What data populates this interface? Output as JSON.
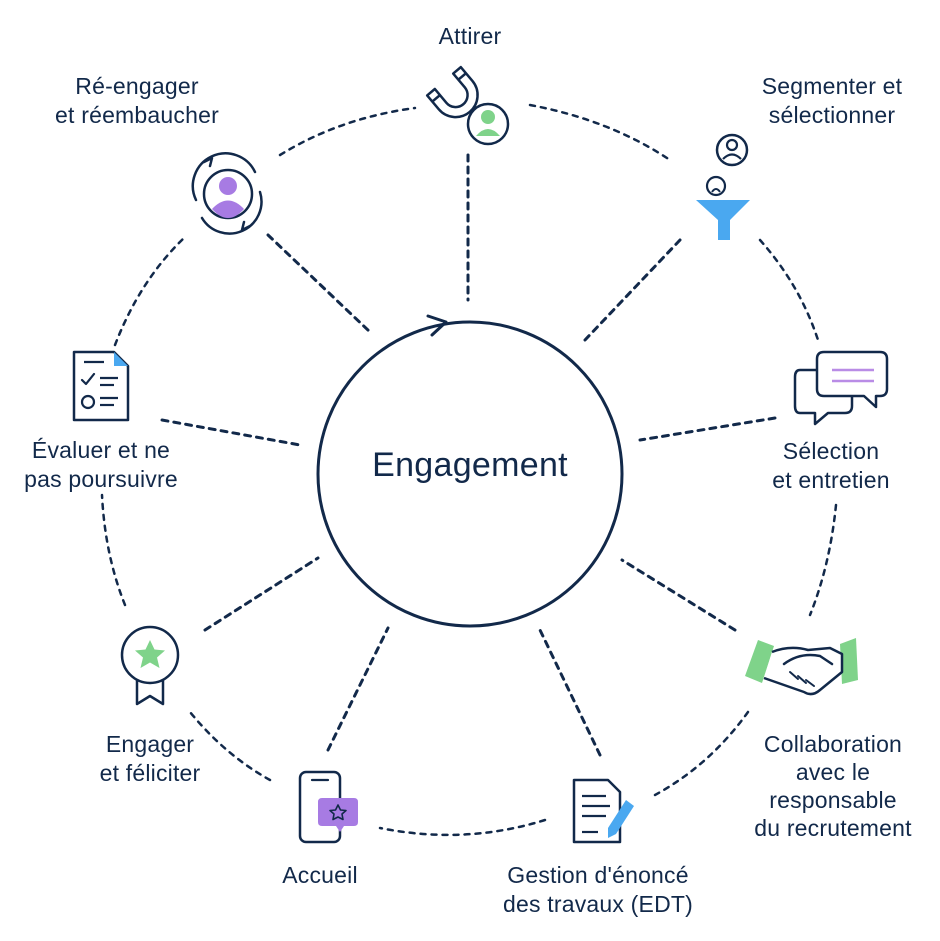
{
  "center": {
    "title": "Engagement"
  },
  "stages": [
    {
      "key": "attract",
      "lines": [
        "Attirer"
      ],
      "icon": "magnet-person-icon"
    },
    {
      "key": "segment",
      "lines": [
        "Segmenter et",
        "sélectionner"
      ],
      "icon": "funnel-people-icon"
    },
    {
      "key": "screen",
      "lines": [
        "Sélection",
        "et entretien"
      ],
      "icon": "chat-bubbles-icon"
    },
    {
      "key": "collaborate",
      "lines": [
        "Collaboration",
        "avec le",
        "responsable",
        "du recrutement"
      ],
      "icon": "handshake-icon"
    },
    {
      "key": "sow",
      "lines": [
        "Gestion d'énoncé",
        "des travaux (EDT)"
      ],
      "icon": "document-pen-icon"
    },
    {
      "key": "onboard",
      "lines": [
        "Accueil"
      ],
      "icon": "phone-star-icon"
    },
    {
      "key": "engage",
      "lines": [
        "Engager",
        "et féliciter"
      ],
      "icon": "award-star-icon"
    },
    {
      "key": "evaluate",
      "lines": [
        "Évaluer et ne",
        "pas poursuivre"
      ],
      "icon": "checklist-icon"
    },
    {
      "key": "reengage",
      "lines": [
        "Ré-engager",
        "et réembaucher"
      ],
      "icon": "cycle-person-icon"
    }
  ],
  "colors": {
    "ink": "#12294a",
    "green": "#7fd38a",
    "purple": "#a77be3",
    "blue": "#4aa8f0",
    "lavender": "#b98ce6"
  }
}
